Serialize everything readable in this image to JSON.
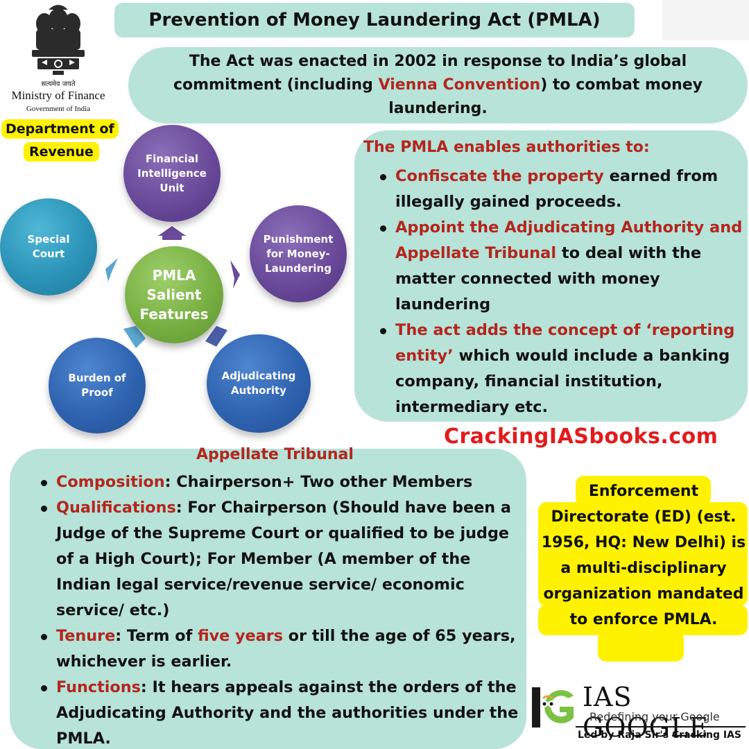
{
  "title": "Prevention of Money Laundering Act (PMLA)",
  "emblem": {
    "hindi": "सत्यमेव जयते",
    "ministry": "Ministry of Finance",
    "government": "Government of India"
  },
  "department": {
    "line1": "Department of",
    "line2": "Revenue"
  },
  "intro": {
    "before": "The Act was enacted in 2002 in response to India’s global commitment (including ",
    "highlight": "Vienna Convention",
    "after": ") to combat money laundering."
  },
  "diagram": {
    "center": "PMLA Salient Features",
    "nodes": {
      "fiu": "Financial Intelligence Unit",
      "punishment": "Punishment for Money-Laundering",
      "adjudicating": "Adjudicating Authority",
      "burden": "Burden of Proof",
      "special_court": "Special Court"
    }
  },
  "enables": {
    "heading": "The PMLA enables authorities to:",
    "items": [
      {
        "highlight": "Confiscate the property",
        "text": " earned from illegally gained proceeds."
      },
      {
        "highlight": "Appoint the Adjudicating Authority and Appellate Tribunal",
        "text": " to deal with the matter connected with money laundering"
      },
      {
        "highlight": "The act adds the concept of ‘reporting entity’",
        "text": " which would include a banking company, financial institution, intermediary etc."
      }
    ]
  },
  "website": "CrackingIASbooks.com",
  "appellate": {
    "heading": "Appellate Tribunal",
    "items": [
      {
        "label": "Composition",
        "text": ": Chairperson+ Two other Members"
      },
      {
        "label": "Qualifications",
        "text": ": For Chairperson (Should have been a Judge of the Supreme Court or qualified to be judge of a High Court); For Member (A member of the Indian legal service/revenue service/ economic service/ etc.)"
      },
      {
        "label": "Tenure",
        "text": ": Term of ",
        "highlight": "five years",
        "text2": " or till the age of 65 years, whichever is earlier."
      },
      {
        "label": "Functions",
        "text": ": It hears appeals against the orders of the Adjudicating Authority and the authorities under the PMLA."
      }
    ]
  },
  "ed": {
    "text": "Enforcement Directorate (ED) (est. 1956, HQ: New Delhi) is a multi-disciplinary organization mandated to enforce PMLA."
  },
  "logo": {
    "brand": "IAS GOOGLE",
    "tagline": "Redefining your Google",
    "led_by": "Led by Raja Sir's Cracking IAS"
  },
  "colors": {
    "panel": "#b7e3d8",
    "highlight_red": "#b3261e",
    "yellow": "#fff200",
    "site_red": "#e21b1b"
  }
}
